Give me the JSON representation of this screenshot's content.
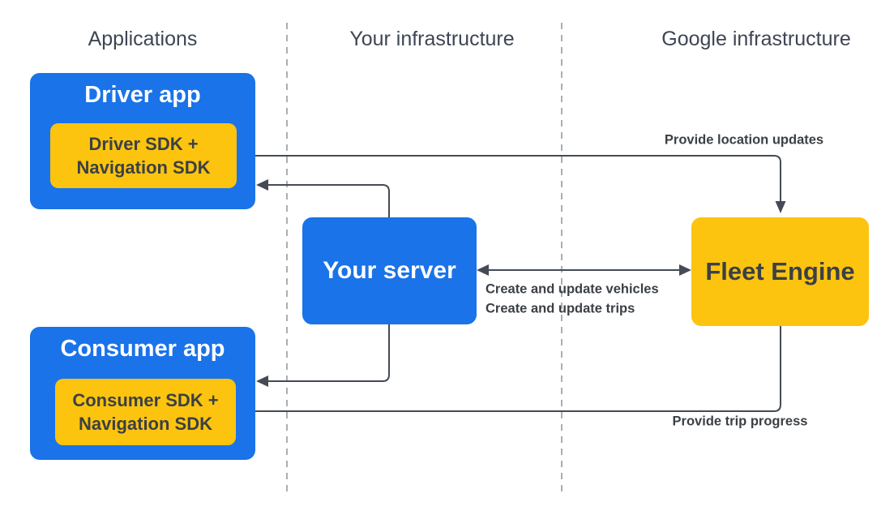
{
  "headers": {
    "applications": "Applications",
    "your_infrastructure": "Your infrastructure",
    "google_infrastructure": "Google infrastructure"
  },
  "nodes": {
    "driver_app": {
      "title": "Driver app",
      "sdk_line1": "Driver SDK +",
      "sdk_line2": "Navigation SDK"
    },
    "consumer_app": {
      "title": "Consumer app",
      "sdk_line1": "Consumer SDK +",
      "sdk_line2": "Navigation SDK"
    },
    "your_server": {
      "title": "Your server"
    },
    "fleet_engine": {
      "title": "Fleet Engine"
    }
  },
  "edges": {
    "driver_to_fleet_label": "Provide location updates",
    "server_fleet_label_line1": "Create and update vehicles",
    "server_fleet_label_line2": "Create and update trips",
    "fleet_to_consumer_label": "Provide trip progress"
  },
  "colors": {
    "app_blue": "#1a73e8",
    "sdk_yellow": "#fcc40e",
    "wire_dark": "#454b54",
    "divider_gray": "#959ba3",
    "header_text": "#3e4553",
    "dark_text": "#3b4045"
  }
}
